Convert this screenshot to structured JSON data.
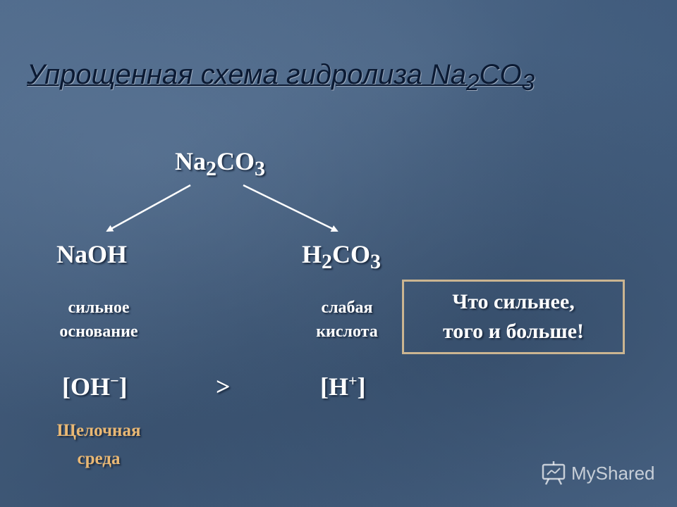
{
  "slide": {
    "title": {
      "a": "Упрощенная схема гидролиза Na",
      "sub1": "2",
      "b": "CO",
      "sub2": "3"
    },
    "salt": {
      "a": "Na",
      "sub1": "2",
      "b": "CO",
      "sub2": "3"
    },
    "base": {
      "formula": "NaOH",
      "strength_line1": "сильное",
      "strength_line2": "основание",
      "ion_open": "[OH",
      "ion_sup": "−",
      "ion_close": "]"
    },
    "acid": {
      "a": "H",
      "sub1": "2",
      "b": "CO",
      "sub2": "3",
      "strength_line1": "слабая",
      "strength_line2": "кислота",
      "ion_open": "[H",
      "ion_sup": "+",
      "ion_close": "]"
    },
    "comparison": ">",
    "result": {
      "line1": "Щелочная",
      "line2": "среда"
    },
    "callout": {
      "line1": "Что сильнее,",
      "line2": "того и больше!"
    }
  },
  "watermark": {
    "text": "MyShared",
    "icon": "presentation-board-icon"
  },
  "colors": {
    "title": "#0b1a33",
    "text": "#ffffff",
    "accent": "#e9b874",
    "callout_border": "#cbb591",
    "arrow": "#ffffff"
  }
}
